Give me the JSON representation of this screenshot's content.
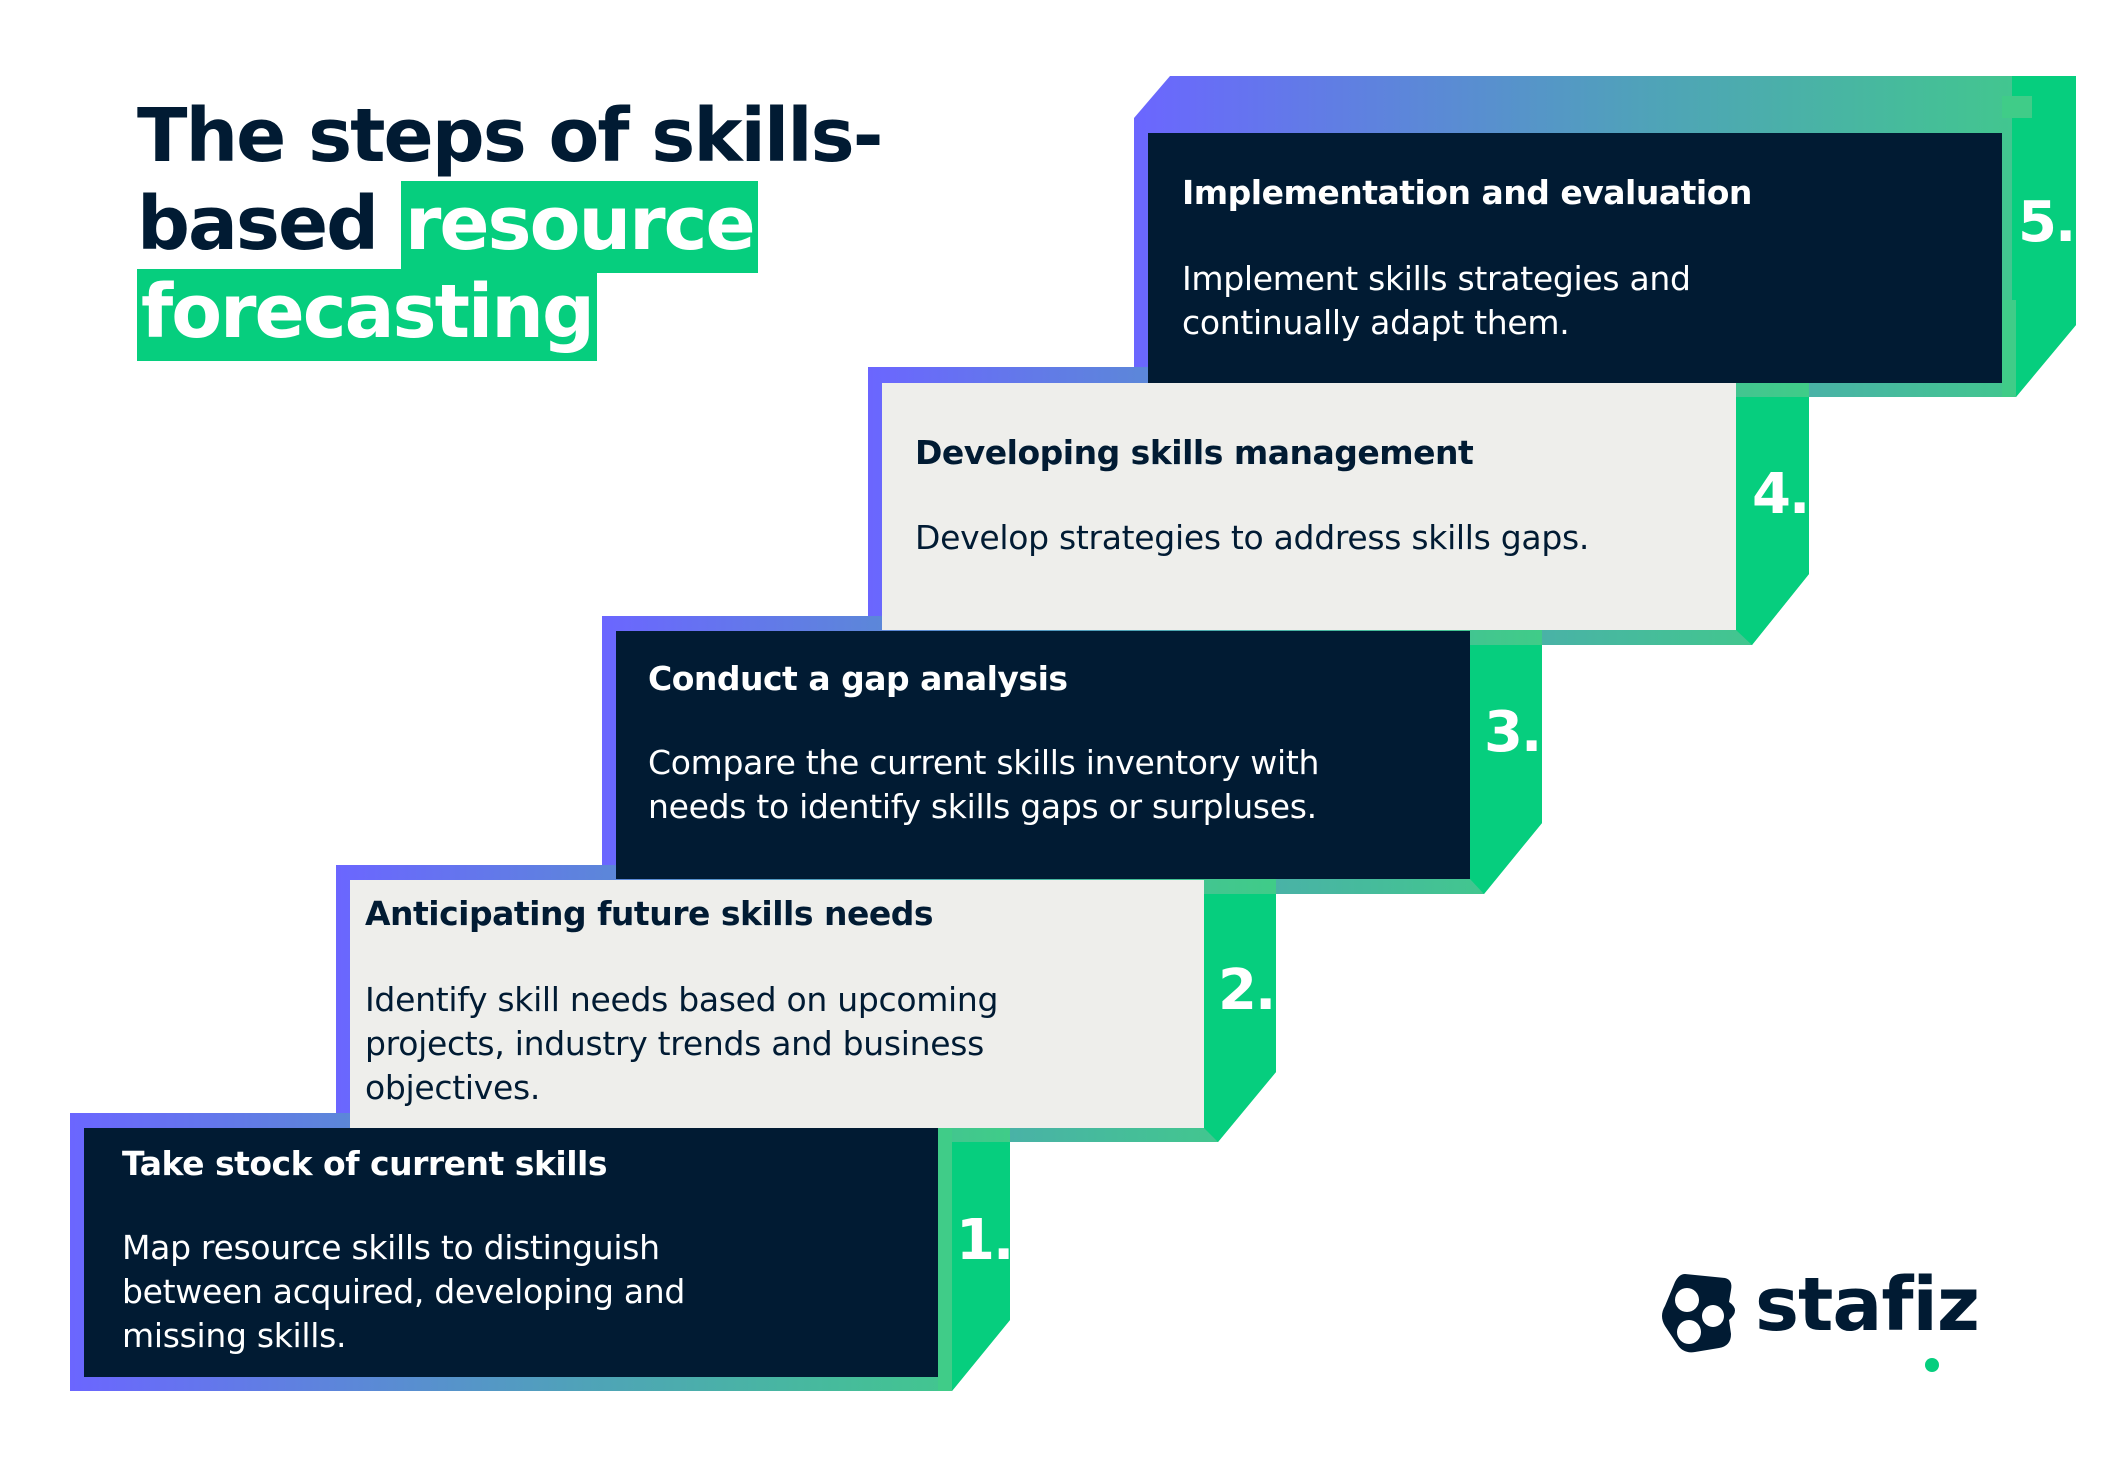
{
  "heading": {
    "line1": "The steps of skills-",
    "line2_plain": "based ",
    "line2_highlight": "resource",
    "line3_highlight": "forecasting"
  },
  "colors": {
    "navy": "#011b33",
    "green": "#06ce7e",
    "light_panel": "#eeeeeb",
    "gradient_start": "#6b66ff",
    "gradient_end": "#40cc88"
  },
  "steps": [
    {
      "number": "1.",
      "title": "Take stock of current skills",
      "description_lines": [
        "Map resource skills to distinguish",
        "between acquired, developing and",
        "missing skills."
      ],
      "theme": "dark"
    },
    {
      "number": "2.",
      "title": "Anticipating future skills needs",
      "description_lines": [
        "Identify skill needs based on upcoming",
        "projects, industry trends and business",
        "objectives."
      ],
      "theme": "light"
    },
    {
      "number": "3.",
      "title": "Conduct a gap analysis",
      "description_lines": [
        "Compare the current skills inventory with",
        "needs to identify skills gaps or surpluses."
      ],
      "theme": "dark"
    },
    {
      "number": "4.",
      "title": "Developing skills management",
      "description_lines": [
        "Develop strategies to address skills gaps."
      ],
      "theme": "light"
    },
    {
      "number": "5.",
      "title": "Implementation and evaluation",
      "description_lines": [
        "Implement skills strategies and",
        "continually adapt them."
      ],
      "theme": "dark"
    }
  ],
  "logo": {
    "text": "stafiz",
    "icon": "stafiz-logo-icon"
  }
}
